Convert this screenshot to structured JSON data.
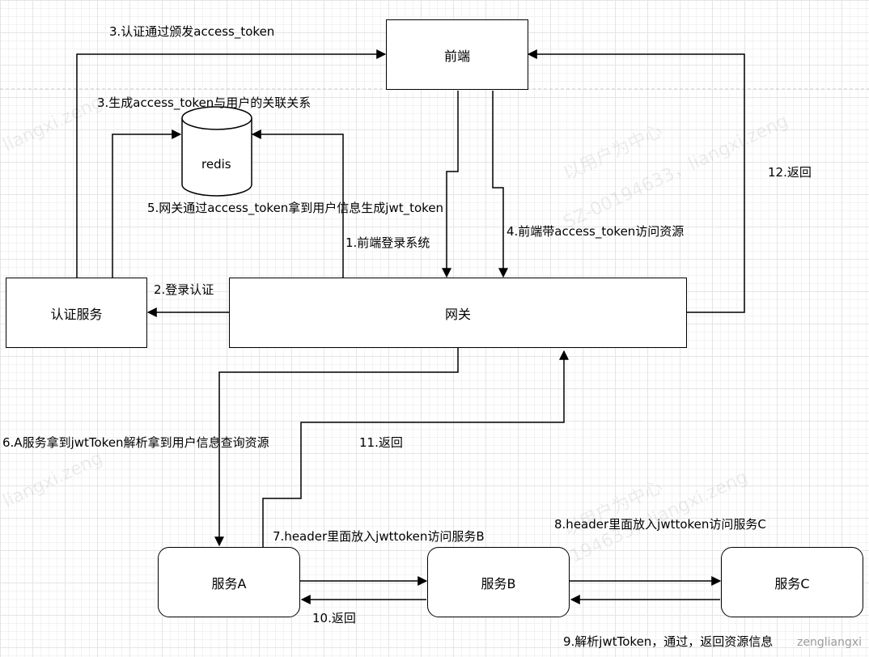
{
  "nodes": {
    "frontend": "前端",
    "auth_service": "认证服务",
    "gateway": "网关",
    "redis": "redis",
    "service_a": "服务A",
    "service_b": "服务B",
    "service_c": "服务C"
  },
  "edges": {
    "e1": "1.前端登录系统",
    "e2": "2.登录认证",
    "e3_issue": "3.认证通过颁发access_token",
    "e3_store": "3.生成access_token与用户的关联关系",
    "e4": "4.前端带access_token访问资源",
    "e5": "5.网关通过access_token拿到用户信息生成jwt_token",
    "e6": "6.A服务拿到jwtToken解析拿到用户信息查询资源",
    "e7": "7.header里面放入jwttoken访问服务B",
    "e8": "8.header里面放入jwttoken访问服务C",
    "e9": "9.解析jwtToken，通过，返回资源信息",
    "e10": "10.返回",
    "e11": "11.返回",
    "e12": "12.返回"
  },
  "watermark": {
    "text1": "以用户为中心",
    "text2": "liangxi.zeng",
    "text3": "SZ-00194633，liangxi.zeng",
    "corner": "zengliangxi"
  }
}
